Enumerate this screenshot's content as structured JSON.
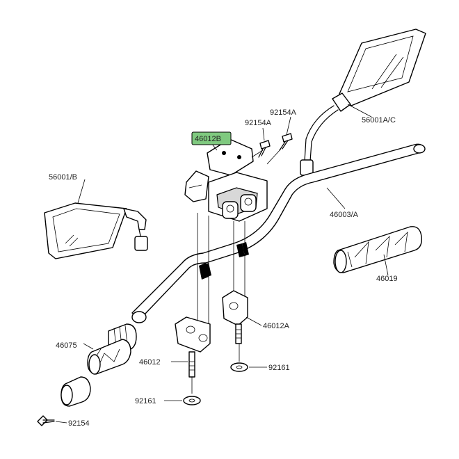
{
  "highlight_color": "#7fc97f",
  "labels": {
    "mirror_right": "56001A/C",
    "mirror_left": "56001/B",
    "bolt_a_upper": "92154A",
    "bolt_a_lower": "92154A",
    "bracket": "46012B",
    "handlebar": "46003/A",
    "grip_right": "46019",
    "holder_right": "46012A",
    "grip_left": "46075",
    "holder_left": "46012",
    "washer_right": "92161",
    "washer_left": "92161",
    "bolt_bottom": "92154"
  }
}
